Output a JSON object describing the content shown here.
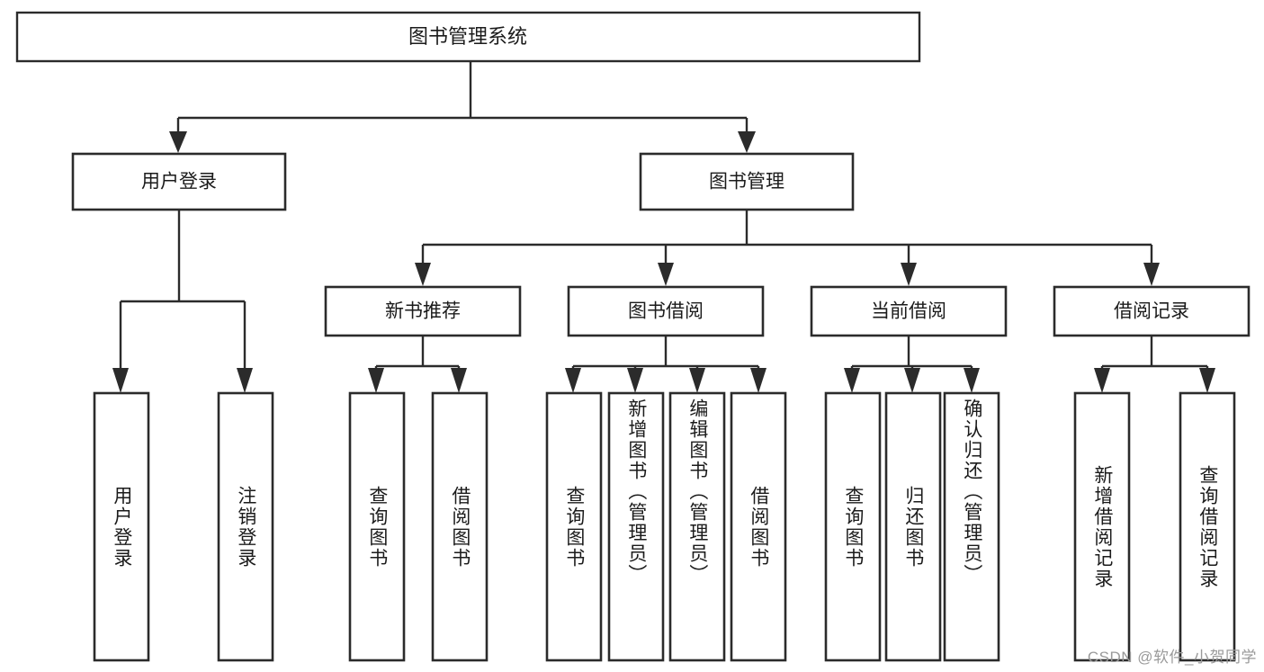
{
  "diagram": {
    "title": "图书管理系统",
    "type": "tree",
    "colors": {
      "box_stroke": "#2b2b2b",
      "box_fill": "#ffffff",
      "text": "#1b1b1b",
      "background": "#ffffff",
      "watermark": "#9a9a9a"
    },
    "root": {
      "label": "图书管理系统"
    },
    "level1": [
      {
        "label": "用户登录"
      },
      {
        "label": "图书管理"
      }
    ],
    "level2": [
      {
        "label": "新书推荐"
      },
      {
        "label": "图书借阅"
      },
      {
        "label": "当前借阅"
      },
      {
        "label": "借阅记录"
      }
    ],
    "leaves": {
      "user_login": [
        {
          "label": "用户登录"
        },
        {
          "label": "注销登录"
        }
      ],
      "new_book_recommend": [
        {
          "label": "查询图书"
        },
        {
          "label": "借阅图书"
        }
      ],
      "book_borrow": [
        {
          "label": "查询图书"
        },
        {
          "label": "新增图书（管理员）"
        },
        {
          "label": "编辑图书（管理员）"
        },
        {
          "label": "借阅图书"
        }
      ],
      "current_borrow": [
        {
          "label": "查询图书"
        },
        {
          "label": "归还图书"
        },
        {
          "label": "确认归还（管理员）"
        }
      ],
      "borrow_record": [
        {
          "label": "新增借阅记录"
        },
        {
          "label": "查询借阅记录"
        }
      ]
    }
  },
  "watermark": {
    "text": "CSDN @软件_小贺同学"
  }
}
